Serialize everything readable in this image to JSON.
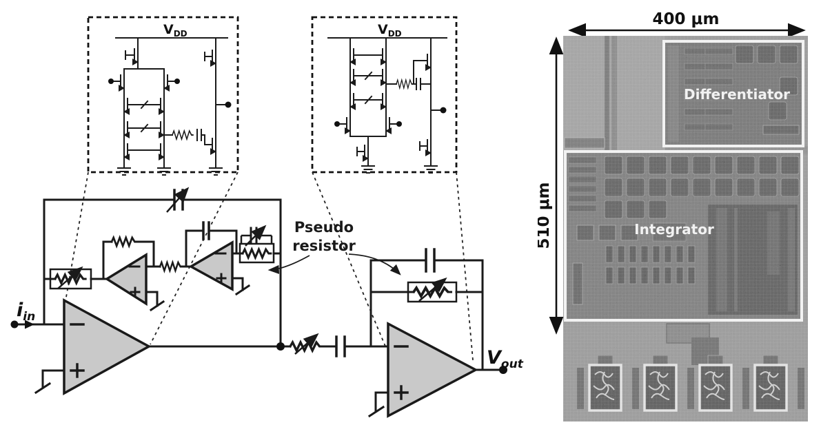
{
  "colors": {
    "line": "#1a1a1a",
    "opamp_fill": "#c9c9c9",
    "die_base": "#707070",
    "die_light": "#8a8a8a",
    "region_border": "#ffffff",
    "label_white": "#ffffff"
  },
  "schematic": {
    "vdd_label": {
      "base": "V",
      "sub": "DD"
    },
    "input_label": {
      "base": "i",
      "sub": "in"
    },
    "output_label": {
      "base": "V",
      "sub": "out"
    },
    "pseudo_resistor_label": {
      "line1": "Pseudo",
      "line2": "resistor"
    }
  },
  "micrograph": {
    "width_label": "400 μm",
    "height_label": "510 μm",
    "regions": {
      "differentiator": "Differentiator",
      "integrator": "Integrator"
    }
  }
}
